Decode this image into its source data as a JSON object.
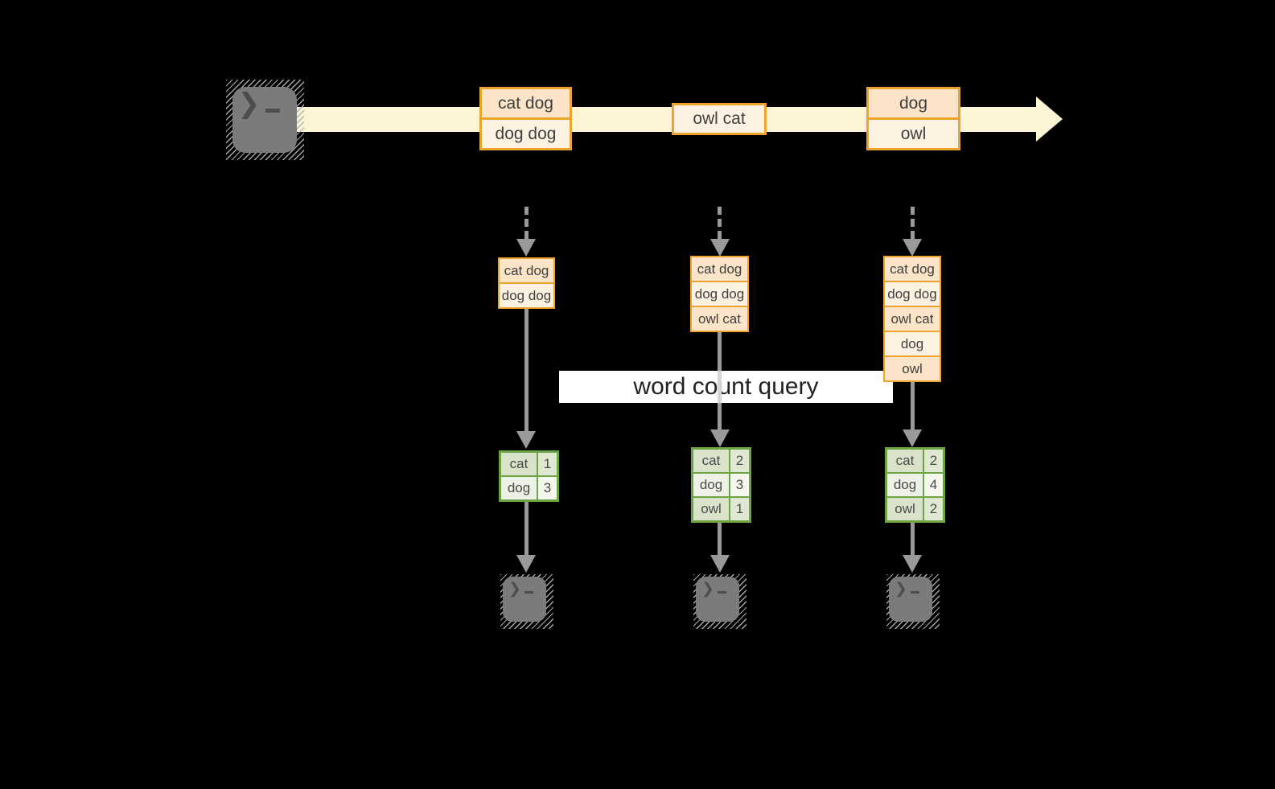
{
  "query_label": "word count query",
  "terminal_prompt": "❯",
  "colors": {
    "background": "#000000",
    "stream_band": "#fdf4d6",
    "record_border": "#efa32a",
    "record_fill_dark": "#fbe4c7",
    "record_fill_light": "#fdf2e1",
    "table_border": "#6ca644",
    "table_fill_dark": "#d8e3ca",
    "table_fill_light": "#eef2e6",
    "arrow_gray": "#9a9a9a",
    "terminal_gray": "#7b7b7b",
    "label_bg": "#ffffff"
  },
  "stream": {
    "batches": [
      {
        "lines": [
          "cat dog",
          "dog dog"
        ]
      },
      {
        "lines": [
          "owl cat"
        ]
      },
      {
        "lines": [
          "dog",
          "owl"
        ]
      }
    ]
  },
  "stacks": [
    {
      "lines": [
        "cat dog",
        "dog dog"
      ]
    },
    {
      "lines": [
        "cat dog",
        "dog dog",
        "owl cat"
      ]
    },
    {
      "lines": [
        "cat dog",
        "dog dog",
        "owl cat",
        "dog",
        "owl"
      ]
    }
  ],
  "tables": [
    {
      "rows": [
        {
          "word": "cat",
          "count": "1"
        },
        {
          "word": "dog",
          "count": "3"
        }
      ]
    },
    {
      "rows": [
        {
          "word": "cat",
          "count": "2"
        },
        {
          "word": "dog",
          "count": "3"
        },
        {
          "word": "owl",
          "count": "1"
        }
      ]
    },
    {
      "rows": [
        {
          "word": "cat",
          "count": "2"
        },
        {
          "word": "dog",
          "count": "4"
        },
        {
          "word": "owl",
          "count": "2"
        }
      ]
    }
  ]
}
